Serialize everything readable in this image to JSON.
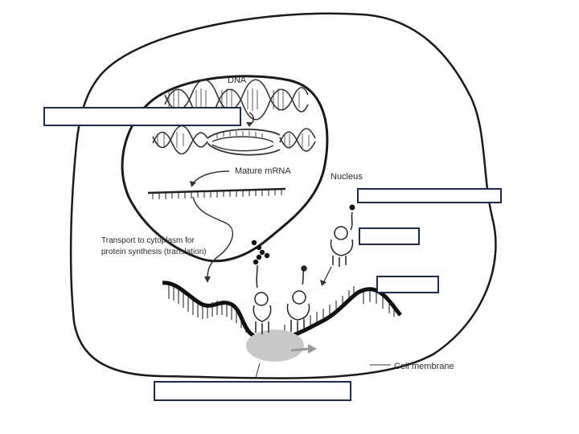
{
  "diagram": {
    "labels": {
      "dna": "DNA",
      "mature_mrna": "Mature mRNA",
      "nucleus": "Nucleus",
      "transport_line1": "Transport to cytoplasm for",
      "transport_line2": "protein synthesis (translation)",
      "cell_membrane": "Cell membrane"
    },
    "blank_label_boxes": [
      "",
      "",
      "",
      "",
      ""
    ]
  }
}
